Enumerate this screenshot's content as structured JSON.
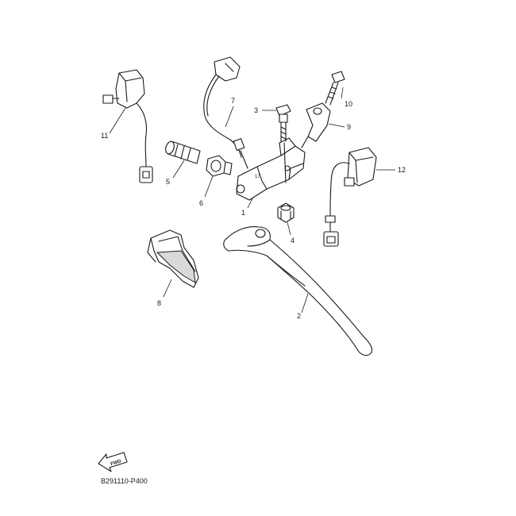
{
  "callouts": {
    "p1": "1",
    "p2": "2",
    "p3": "3",
    "p4": "4",
    "p5": "5",
    "p6": "6",
    "p7": "7",
    "p8": "8",
    "p9": "9",
    "p10": "10",
    "p11": "11",
    "p12": "12"
  },
  "bracket_mark": "17",
  "fwd_label": "FWD",
  "diagram_code": "B291110-P400"
}
